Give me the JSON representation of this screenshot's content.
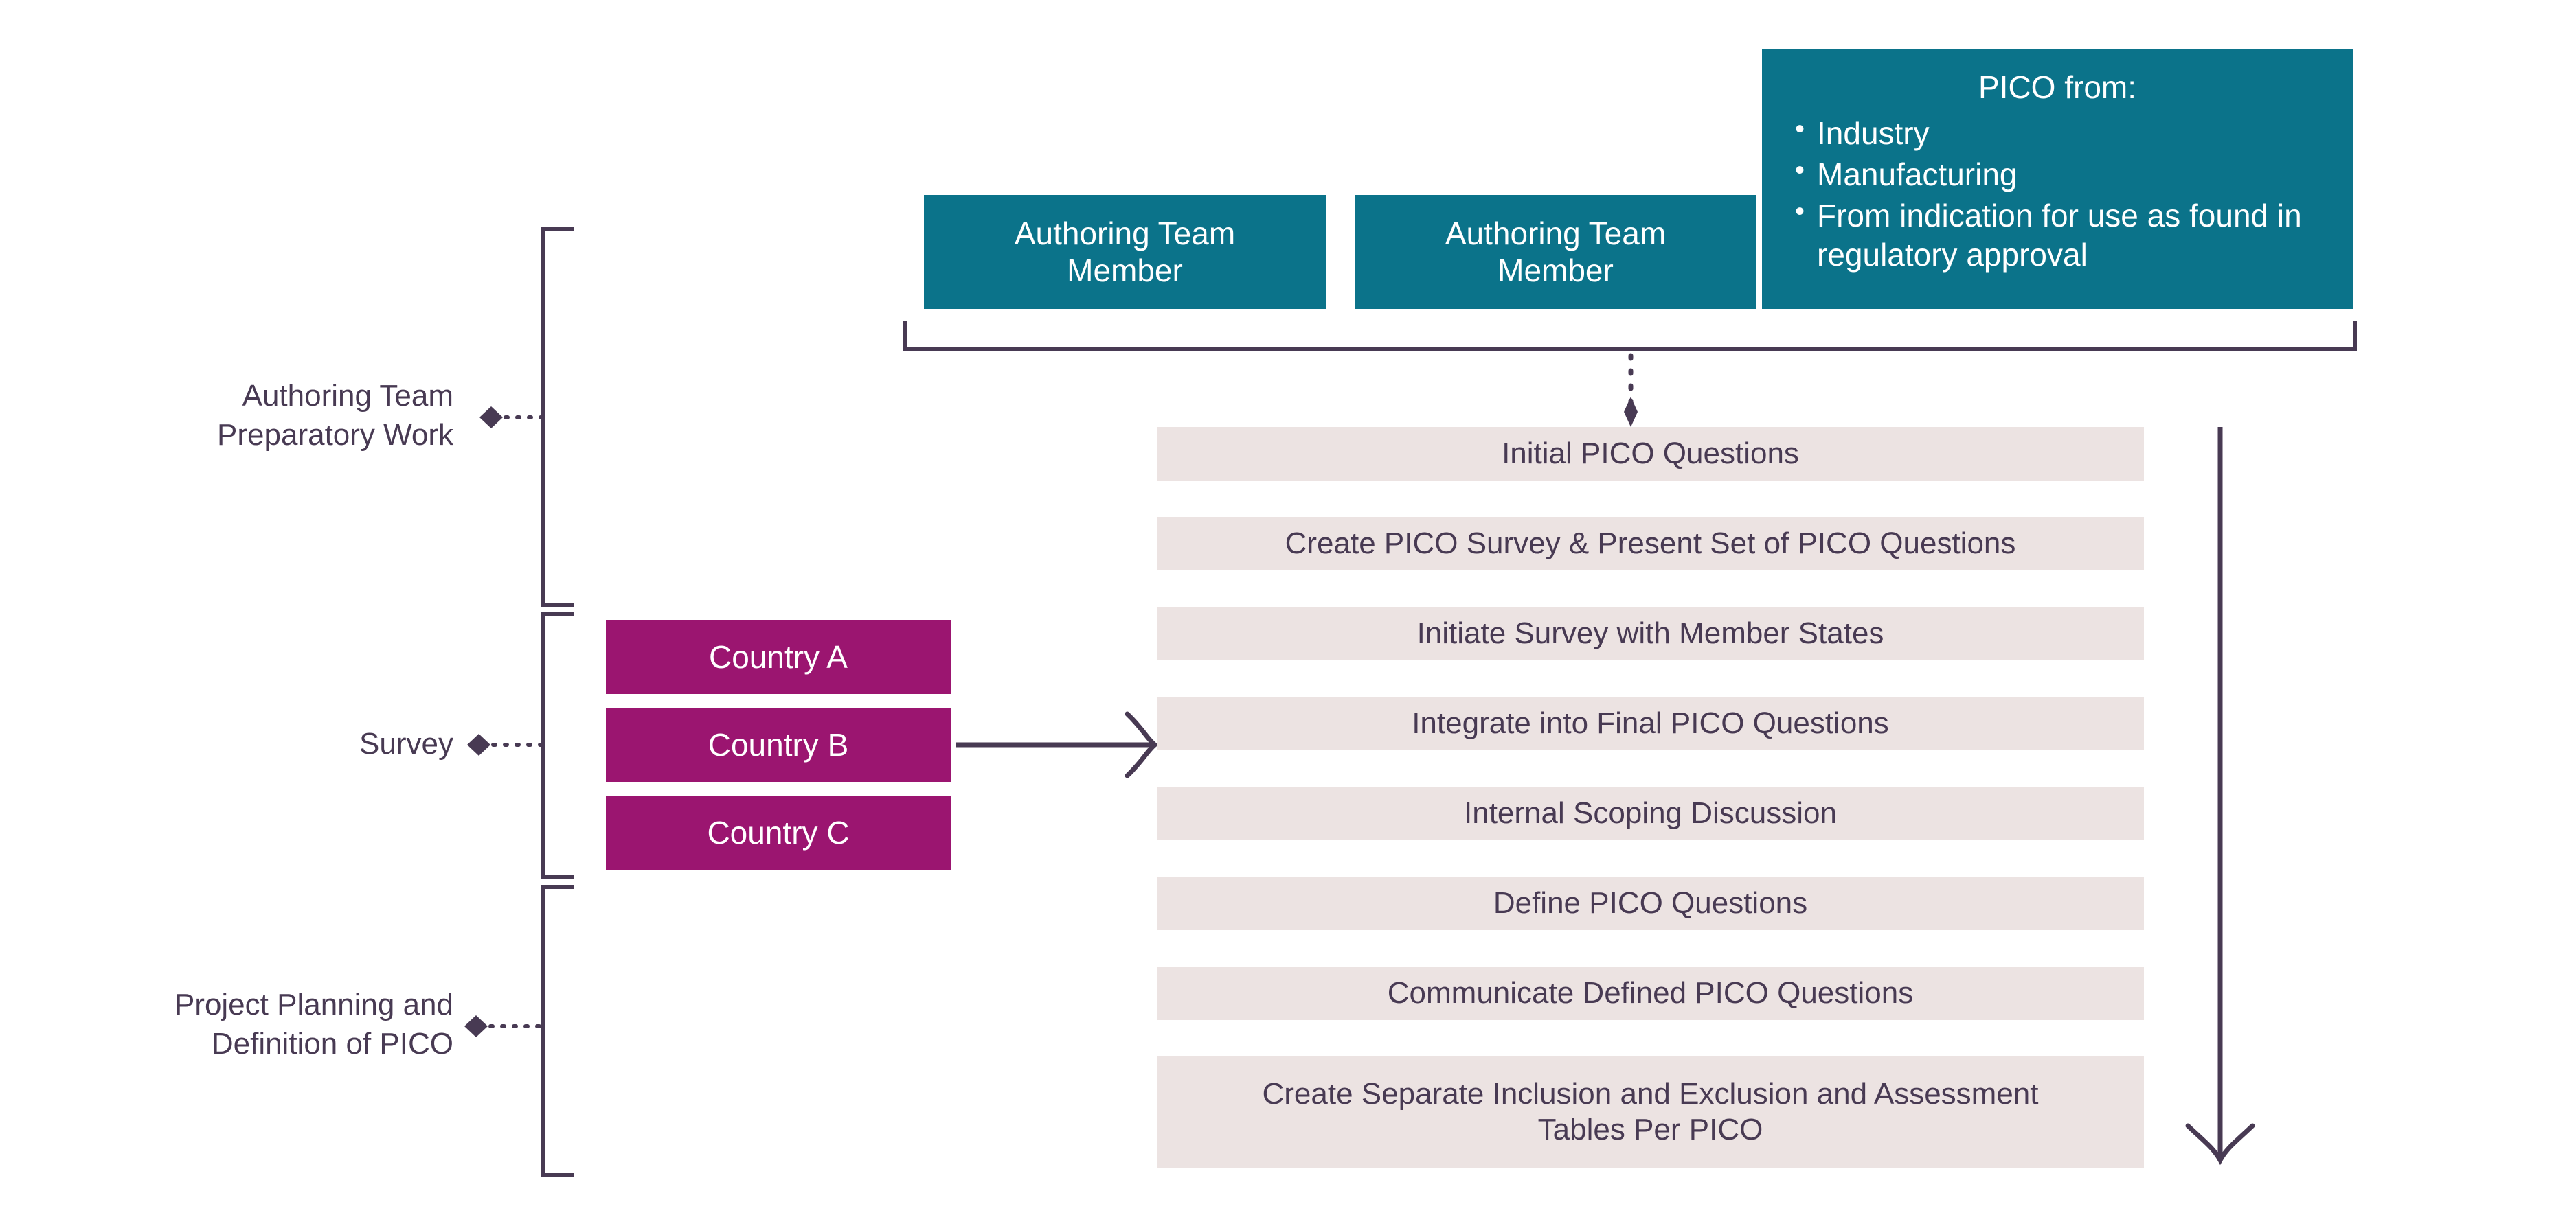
{
  "colors": {
    "teal": "#0b738a",
    "magenta": "#9b1570",
    "pink": "#ece3e2",
    "ink": "#483a53",
    "background": "#ffffff"
  },
  "phases": [
    {
      "label_line1": "Authoring Team",
      "label_line2": "Preparatory Work"
    },
    {
      "label_line1": "Survey",
      "label_line2": ""
    },
    {
      "label_line1": "Project Planning and",
      "label_line2": "Definition of PICO"
    }
  ],
  "top_row": {
    "author_boxes": [
      {
        "line1": "Authoring Team",
        "line2": "Member"
      },
      {
        "line1": "Authoring Team",
        "line2": "Member"
      }
    ],
    "pico_source": {
      "title": "PICO from:",
      "items": [
        "Industry",
        "Manufacturing",
        "From indication for use as found in regulatory approval"
      ]
    }
  },
  "countries": [
    {
      "label": "Country A"
    },
    {
      "label": "Country B"
    },
    {
      "label": "Country C"
    }
  ],
  "steps": [
    {
      "label": "Initial PICO Questions"
    },
    {
      "label": "Create PICO Survey & Present Set of PICO Questions"
    },
    {
      "label": "Initiate Survey with Member States"
    },
    {
      "label": "Integrate into Final PICO Questions"
    },
    {
      "label": "Internal Scoping Discussion"
    },
    {
      "label": "Define PICO Questions"
    },
    {
      "label": "Communicate Defined PICO Questions"
    },
    {
      "label": "Create Separate Inclusion and Exclusion and Assessment Tables Per PICO"
    }
  ]
}
